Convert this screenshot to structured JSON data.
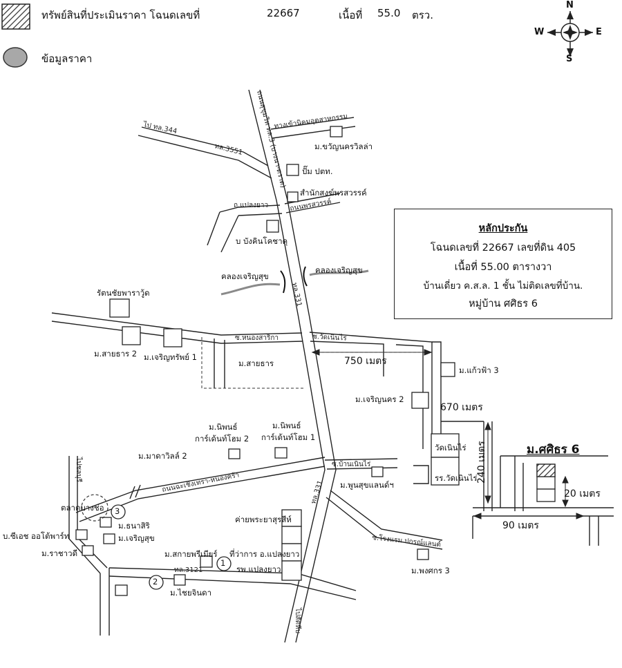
{
  "legend": {
    "subject_label": "ทรัพย์สินที่ประเมินราคา โฉนดเลขที่",
    "deed_number": "22667",
    "area_label": "เนื้อที่",
    "area_value": "55.0",
    "area_unit": "ตรว.",
    "price_data_label": "ข้อมูลราคา"
  },
  "compass": {
    "n": "N",
    "s": "S",
    "e": "E",
    "w": "W"
  },
  "info_box": {
    "title": "หลักประกัน",
    "line1": "โฉนดเลขที่ 22667  เลขที่ดิน 405",
    "line2": "เนื้อที่ 55.00 ตารางวา",
    "line3": "บ้านเดี่ยว ค.ส.ล. 1 ชั้น ไม่ติดเลขที่บ้าน.",
    "line4": "หมู่บ้าน ศศิธร 6"
  },
  "roads": {
    "main_north": "ถนนสุขุมวิท ทล.3 (บางนา-ตราด)",
    "to_tl3": "ไป ทล.344",
    "tl3551": "ทล.3551",
    "r_wat_nikhom": "ทางเข้านิคมอุตสาหกรรม",
    "r_plaeng_yao": "ถ.แปลงยาว",
    "r_phra_sawan": "ถนนพรสวรรค์",
    "tl331_a": "ทล.331",
    "r_nong_sarika": "ซ.หนองสาริกา",
    "r_wat_noen_rai": "ซ.วัดเนินไร่",
    "r_ban_noen_rai": "ซ.บ้านเนินไร่",
    "r_chachoengsao": "ถนนฉะเชิงเทรา-หนองคร้า",
    "r_west_north": "ไปชลบุรี",
    "tl331_b": "ทล.331",
    "r_rongraem": "ซ.โรงแรม ปกรณ์แลนด์",
    "tl3121": "ทล.3121",
    "main_south": "ไปสัตหีบ"
  },
  "places": {
    "m_khwan": "ม.ขวัญนครวิลล่า",
    "pump": "ปั๊ม ปตท.",
    "office": "สำนักสงฆ์พรสวรรค์",
    "bo_bangkhin": "บ บังคินโคชาคุ",
    "canal_left": "คลองเจริญสุข",
    "canal_right": "คลองเจริญสุข",
    "rattanachai": "รัตนชัยพาราวู้ด",
    "m_saithan2": "ม.สายธาร 2",
    "m_charoen_sap1": "ม.เจริญทรัพย์ 1",
    "m_saithan": "ม.สายธาร",
    "m_kaewfa3": "ม.แก้วฟ้า 3",
    "m_charoen_nakhon2": "ม.เจริญนคร 2",
    "m_niphon2_a": "ม.นิพนธ์",
    "m_niphon2_b": "การ์เด้นท์โฮม 2",
    "m_niphon1_a": "ม.นิพนธ์",
    "m_niphon1_b": "การ์เด้นท์โฮม 1",
    "m_mada2": "ม.มาดาวิลล์ 2",
    "wat_noen_rai": "วัดเนินไร่",
    "school": "รร.วัดเนินไร่",
    "m_phunsuk": "ม.พูนสุขแลนด์ฯ",
    "market": "ตลาดบางช่อ",
    "m_thanasiri": "ม.ธนาสิริ",
    "m_charoensuk": "ม.เจริญสุข",
    "bc_auto": "บ.ซีเอช ออโต้พาร์ท",
    "m_rachawadi": "ม.ราชาวดี",
    "camp": "ค่ายพระยาสุรสีห์",
    "m_sakai": "ม.สกายพรีเมียร์",
    "district": "ที่ว่าการ อ.แปลงยาว",
    "hospital": "รพ.แปลงยาว",
    "m_phongsakon3": "ม.พงศกร 3",
    "m_chaichinda": "ม.ไชยจินดา",
    "project": "ม.ศศิธร 6"
  },
  "markers": {
    "m1": "1",
    "m2": "2",
    "m3": "3"
  },
  "distances": {
    "d750": "750 เมตร",
    "d670": "670 เมตร",
    "d240": "240 เมตร",
    "d20": "20 เมตร",
    "d90": "90 เมตร"
  },
  "colors": {
    "line": "#222222",
    "canal": "#8a8a8a",
    "price_circle": "#a8a8a8",
    "hatch": "#444444"
  }
}
